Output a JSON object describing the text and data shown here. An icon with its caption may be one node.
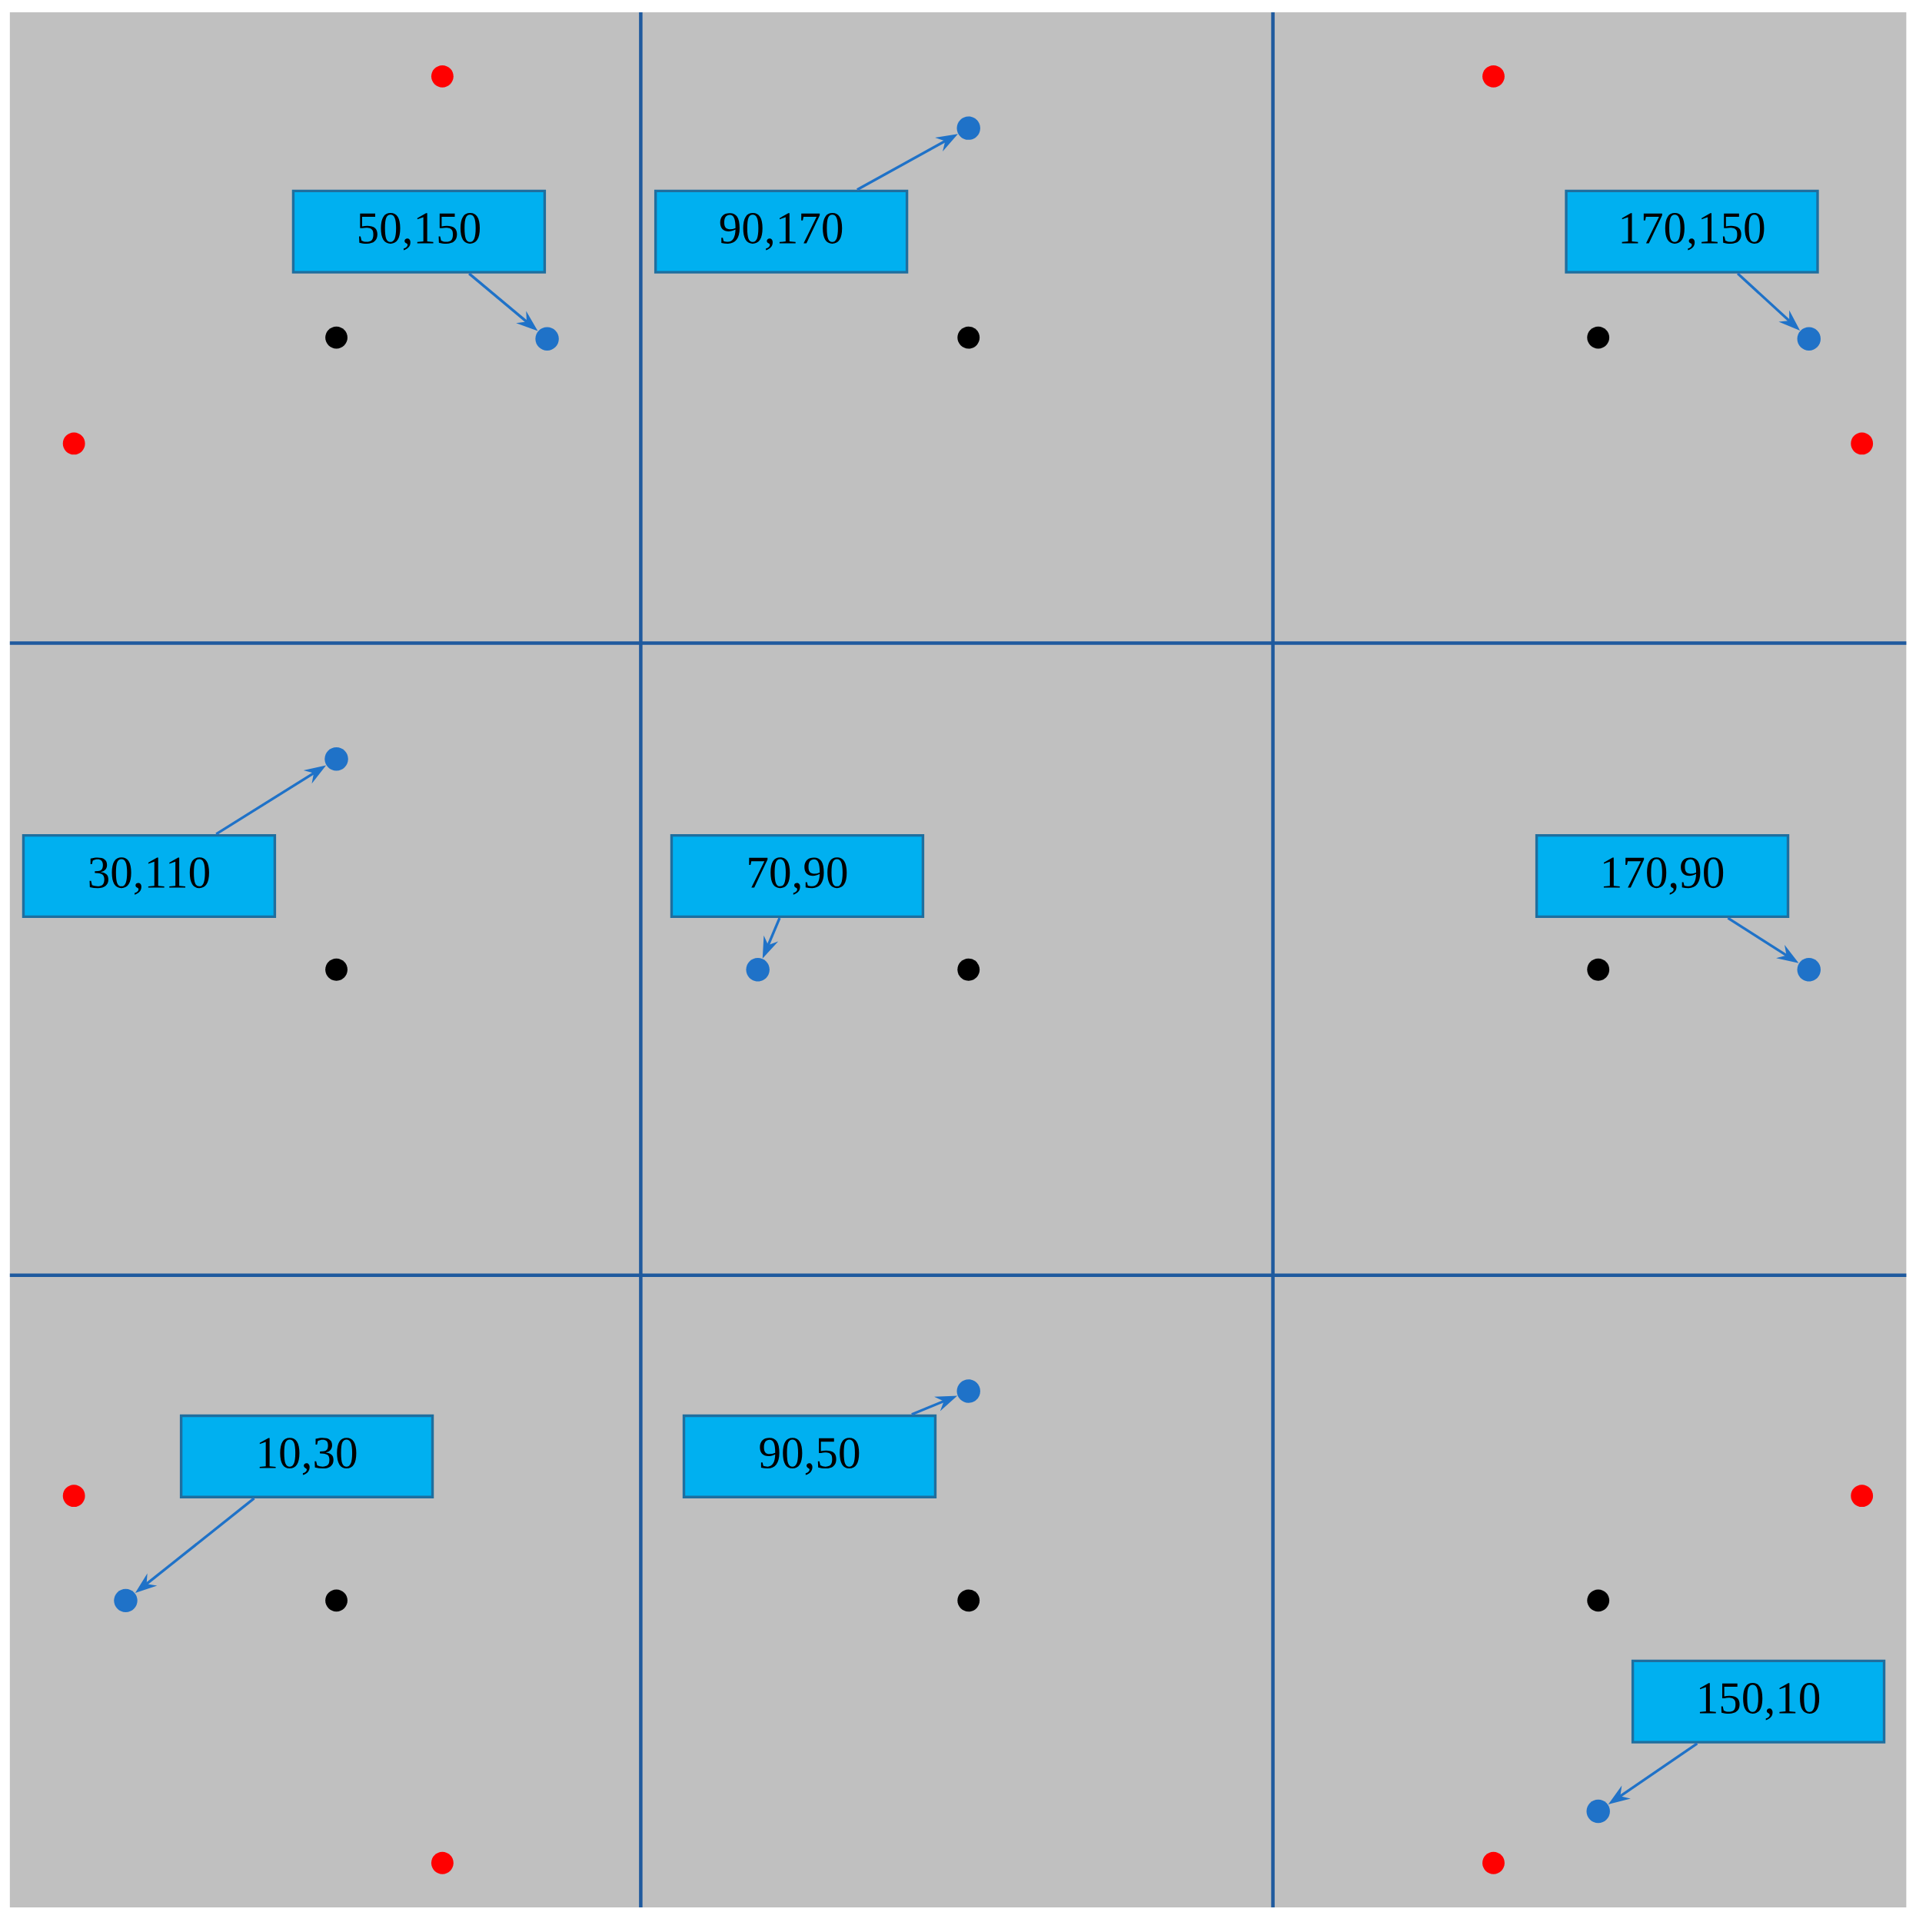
{
  "diagram": {
    "nodes": [
      {
        "text": [
          "50,150"
        ]
      },
      {
        "text": [],
        "shape": "circle"
      },
      {
        "text": [
          "90,170"
        ]
      },
      {
        "text": [],
        "shape": "circle"
      },
      {
        "text": [
          "170,150"
        ]
      },
      {
        "text": [],
        "shape": "circle"
      },
      {
        "text": [
          "30,110"
        ]
      },
      {
        "text": [],
        "shape": "circle"
      },
      {
        "text": [
          "70,90"
        ]
      },
      {
        "text": [],
        "shape": "circle"
      },
      {
        "text": [
          "170,90"
        ]
      },
      {
        "text": [],
        "shape": "circle"
      },
      {
        "text": [
          "10,30"
        ]
      },
      {
        "text": [],
        "shape": "circle"
      },
      {
        "text": [
          "90,50"
        ]
      },
      {
        "text": [],
        "shape": "circle"
      },
      {
        "text": [
          "150,10"
        ]
      },
      {
        "text": [],
        "shape": "circle"
      }
    ],
    "edges": [
      {
        "from": 0,
        "to": 1,
        "arrow": "to"
      },
      {
        "from": 2,
        "to": 3,
        "arrow": "to"
      },
      {
        "from": 4,
        "to": 5,
        "arrow": "to"
      },
      {
        "from": 6,
        "to": 7,
        "arrow": "to"
      },
      {
        "from": 8,
        "to": 9,
        "arrow": "to"
      },
      {
        "from": 10,
        "to": 11,
        "arrow": "to"
      },
      {
        "from": 12,
        "to": 13,
        "arrow": "to"
      },
      {
        "from": 14,
        "to": 15,
        "arrow": "to"
      },
      {
        "from": 16,
        "to": 17,
        "arrow": "to"
      }
    ]
  }
}
